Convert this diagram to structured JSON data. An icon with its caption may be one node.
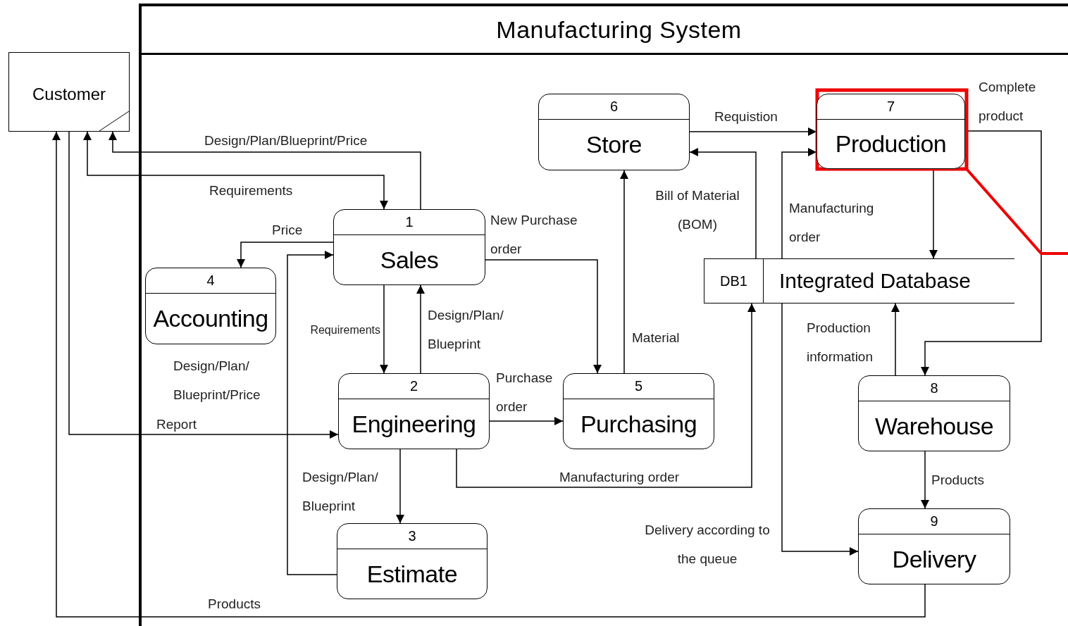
{
  "diagram": {
    "nodes": [
      {
        "text": [
          "Manufacturing System"
        ]
      },
      {
        "text": [
          "Customer"
        ]
      },
      {
        "text": [
          "1",
          "Sales"
        ],
        "in": 0
      },
      {
        "text": [
          "4",
          "Accounting"
        ],
        "in": 0
      },
      {
        "text": [
          "2",
          "Engineering"
        ],
        "in": 0
      },
      {
        "text": [
          "3",
          "Estimate"
        ],
        "in": 0
      },
      {
        "text": [
          "5",
          "Purchasing"
        ],
        "in": 0
      },
      {
        "text": [
          "6",
          "Store"
        ],
        "in": 0
      },
      {
        "text": [
          "7",
          "Production"
        ],
        "in": 0
      },
      {
        "text": [
          "DB1",
          "Integrated Database"
        ],
        "in": 0
      },
      {
        "text": [
          "8",
          "Warehouse"
        ],
        "in": 0
      },
      {
        "text": [
          "9",
          "Delivery"
        ],
        "in": 0
      }
    ],
    "edges": [
      {
        "from": 2,
        "to": 1,
        "arrow": "to",
        "label": "Design/Plan/Blueprint/Price"
      },
      {
        "from": 1,
        "to": 2,
        "arrow": "both",
        "label": "Requirements"
      },
      {
        "from": 2,
        "to": 3,
        "arrow": "to",
        "label": "Price"
      },
      {
        "from": 5,
        "to": 2,
        "arrow": "to",
        "label": "Design/Plan/ Blueprint/Price"
      },
      {
        "from": 2,
        "to": 4,
        "arrow": "to",
        "label": "Requirements"
      },
      {
        "from": 4,
        "to": 2,
        "arrow": "to",
        "label": "Design/Plan/ Blueprint"
      },
      {
        "from": 2,
        "to": 6,
        "arrow": "to",
        "label": "New Purchase order"
      },
      {
        "from": 4,
        "to": 6,
        "arrow": "to",
        "label": "Purchase order"
      },
      {
        "from": 1,
        "to": 4,
        "arrow": "to",
        "label": "Report"
      },
      {
        "from": 4,
        "to": 5,
        "arrow": "to",
        "label": "Design/Plan/ Blueprint"
      },
      {
        "from": 4,
        "to": 9,
        "arrow": "to",
        "label": "Manufacturing order"
      },
      {
        "from": 6,
        "to": 7,
        "arrow": "to",
        "label": "Material"
      },
      {
        "from": 7,
        "to": 8,
        "arrow": "to",
        "label": "Requistion"
      },
      {
        "from": 9,
        "to": 7,
        "arrow": "to",
        "label": "Bill of Material (BOM)"
      },
      {
        "from": 9,
        "to": 8,
        "arrow": "to",
        "label": "Manufacturing order"
      },
      {
        "from": 8,
        "to": 9,
        "arrow": "to"
      },
      {
        "from": 8,
        "to": 10,
        "arrow": "to",
        "label": "Complete product"
      },
      {
        "from": 10,
        "to": 9,
        "arrow": "to",
        "label": "Production information"
      },
      {
        "from": 10,
        "to": 11,
        "arrow": "to",
        "label": "Products"
      },
      {
        "from": 9,
        "to": 11,
        "arrow": "to",
        "label": "Delivery according to the queue"
      },
      {
        "from": 11,
        "to": 1,
        "arrow": "to",
        "label": "Products"
      }
    ]
  }
}
